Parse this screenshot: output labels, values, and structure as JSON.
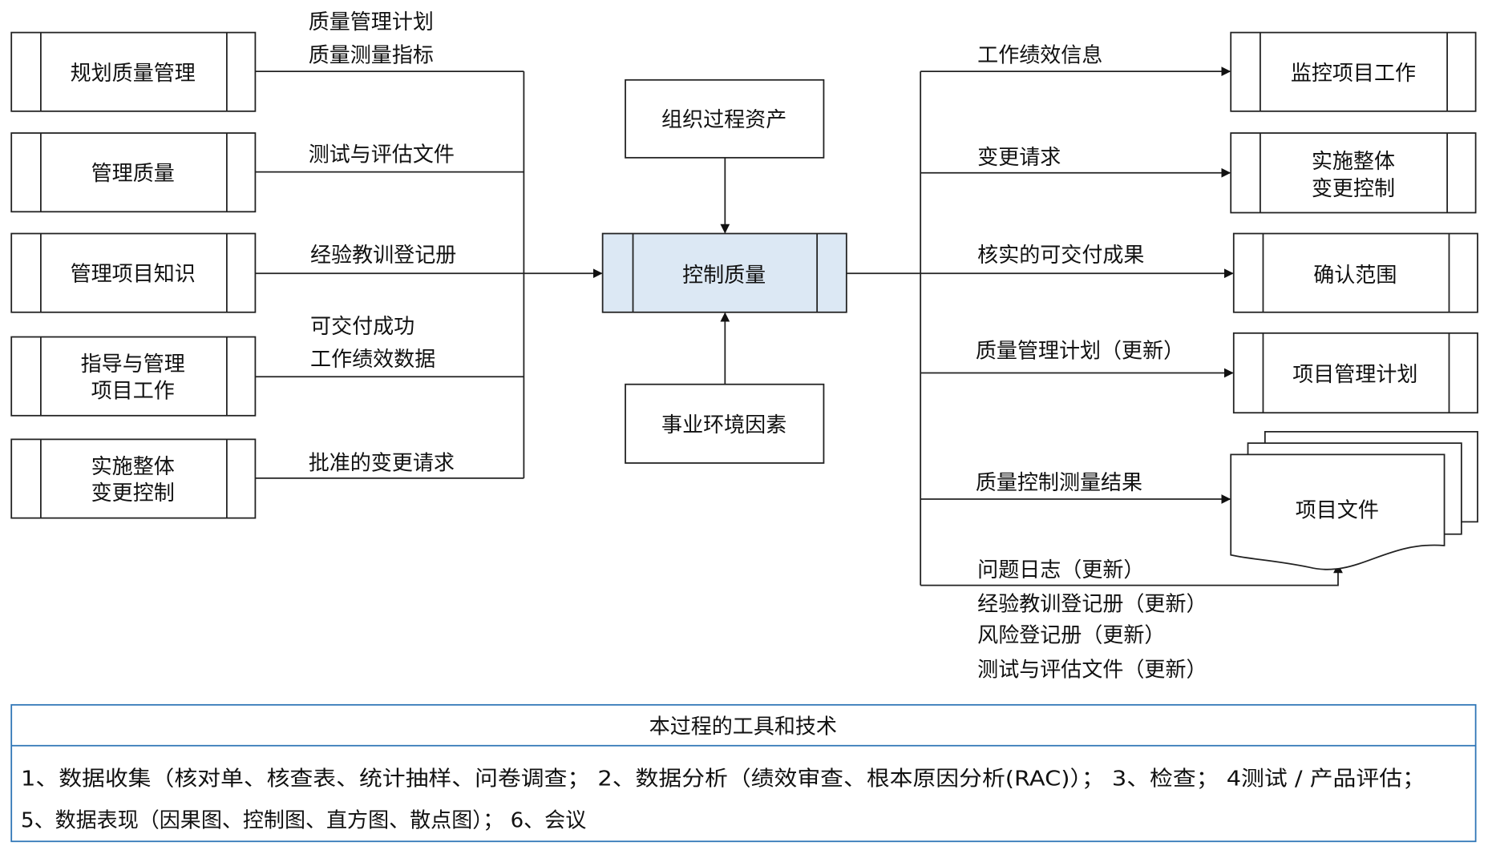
{
  "left_processes": [
    {
      "lines": [
        "规划质量管理"
      ],
      "output": [
        "质量管理计划",
        "质量测量指标"
      ]
    },
    {
      "lines": [
        "管理质量"
      ],
      "output": [
        "测试与评估文件"
      ]
    },
    {
      "lines": [
        "管理项目知识"
      ],
      "output": [
        "经验教训登记册"
      ]
    },
    {
      "lines": [
        "指导与管理",
        "项目工作"
      ],
      "output": [
        "可交付成功",
        "工作绩效数据"
      ]
    },
    {
      "lines": [
        "实施整体",
        "变更控制"
      ],
      "output": [
        "批准的变更请求"
      ]
    }
  ],
  "center": {
    "label": "控制质量",
    "fill": "#dce8f4",
    "top": "组织过程资产",
    "bottom": "事业环境因素"
  },
  "right_outputs": [
    {
      "label": "工作绩效信息",
      "target": [
        "监控项目工作"
      ]
    },
    {
      "label": "变更请求",
      "target": [
        "实施整体",
        "变更控制"
      ]
    },
    {
      "label": "核实的可交付成果",
      "target": [
        "确认范围"
      ]
    },
    {
      "label": "质量管理计划（更新）",
      "target": [
        "项目管理计划"
      ]
    },
    {
      "label": "质量控制测量结果",
      "target": [
        "项目文件"
      ]
    }
  ],
  "document_updates": [
    "问题日志（更新）",
    "经验教训登记册（更新）",
    "风险登记册（更新）",
    "测试与评估文件（更新）"
  ],
  "tools": {
    "title": "本过程的工具和技术",
    "border_color": "#2e75b6",
    "lines": [
      "1、数据收集（核对单、核查表、统计抽样、问卷调查；  2、数据分析（绩效审查、根本原因分析(RAC)）；  3、检查；  4测试 / 产品评估；",
      "5、数据表现（因果图、控制图、直方图、散点图）；  6、会议"
    ]
  }
}
